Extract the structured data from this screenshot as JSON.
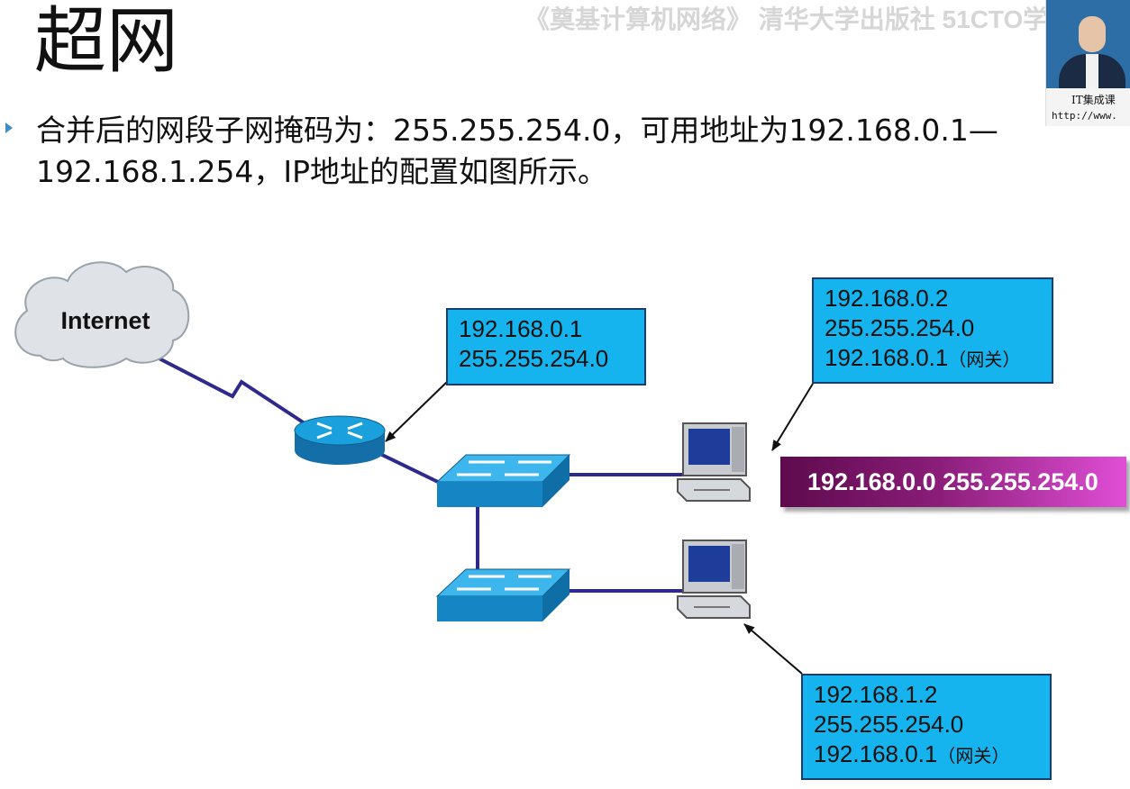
{
  "title": "超网",
  "watermark": "《奠基计算机网络》 清华大学出版社 51CTO学",
  "description": "合并后的网段子网掩码为：255.255.254.0，可用地址为192.168.0.1—192.168.1.254，IP地址的配置如图所示。",
  "speaker": {
    "caption": "IT集成课",
    "url": "http://www."
  },
  "diagram": {
    "cloud_label": "Internet",
    "router_box": {
      "ip": "192.168.0.1",
      "mask": "255.255.254.0"
    },
    "pc1_box": {
      "ip": "192.168.0.2",
      "mask": "255.255.254.0",
      "gateway": "192.168.0.1",
      "gateway_note": "（网关）"
    },
    "pc2_box": {
      "ip": "192.168.1.2",
      "mask": "255.255.254.0",
      "gateway": "192.168.0.1",
      "gateway_note": "（网关）"
    },
    "network_label": "192.168.0.0 255.255.254.0"
  },
  "colors": {
    "box_fill": "#16b4ee",
    "link": "#2e2a8c",
    "device_blue": "#1aa0dc",
    "network_bar": "#8a1d78"
  }
}
